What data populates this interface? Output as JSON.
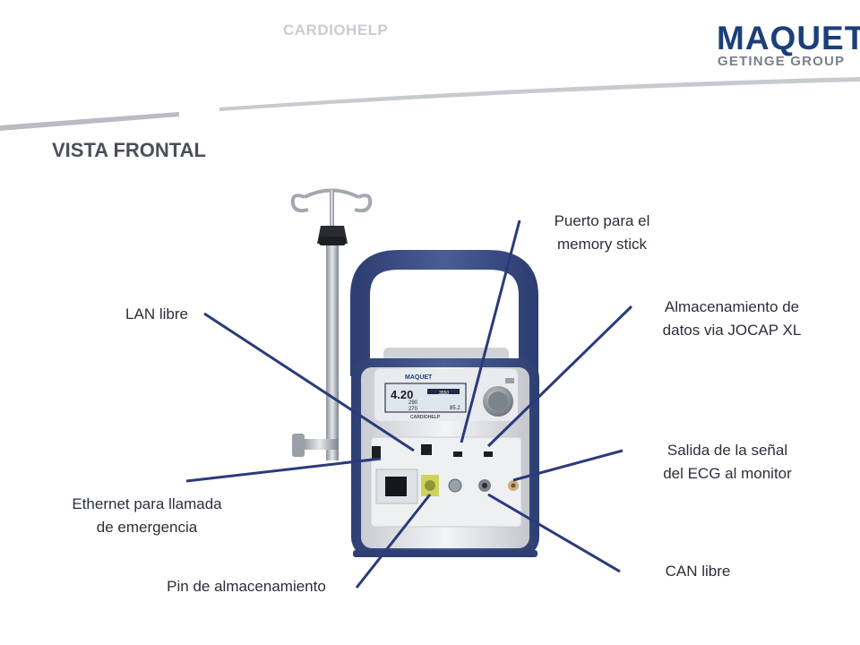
{
  "header": {
    "title": "CARDIOHELP",
    "logo_main": "MAQUET",
    "logo_sub": "GETINGE GROUP"
  },
  "section_title": "VISTA FRONTAL",
  "device": {
    "brand": "MAQUET",
    "model": "CARDIOHELP",
    "screen": {
      "primary_value": "4.20",
      "values": [
        "290",
        "270",
        "85.2",
        "3550"
      ]
    }
  },
  "labels": {
    "memory_stick_line1": "Puerto para el",
    "memory_stick_line2": "memory stick",
    "lan": "LAN libre",
    "jocap_line1": "Almacenamiento de",
    "jocap_line2": "datos via JOCAP XL",
    "ecg_line1": "Salida de la señal",
    "ecg_line2": "del ECG al monitor",
    "ethernet_line1": "Ethernet para llamada",
    "ethernet_line2": "de emergencia",
    "can": "CAN libre",
    "pin": "Pin de almacenamiento"
  },
  "colors": {
    "callout_line": "#2b3a7a",
    "frame_blue": "#3c4f86",
    "logo_blue": "#1c3f7a"
  }
}
